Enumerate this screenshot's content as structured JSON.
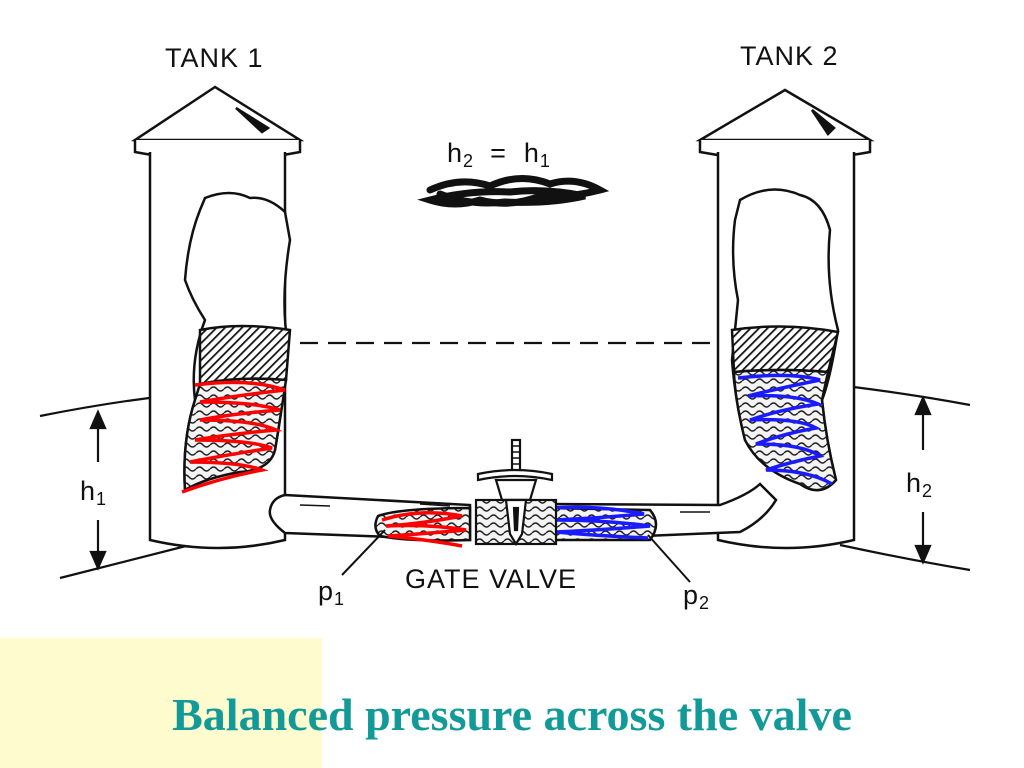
{
  "labels": {
    "tank1": "TANK 1",
    "tank2": "TANK 2",
    "equation": {
      "lhs_base": "h",
      "lhs_sub": "2",
      "op": "=",
      "rhs_base": "h",
      "rhs_sub": "1"
    },
    "h1": {
      "base": "h",
      "sub": "1"
    },
    "h2": {
      "base": "h",
      "sub": "2"
    },
    "p1": {
      "base": "p",
      "sub": "1"
    },
    "p2": {
      "base": "p",
      "sub": "2"
    },
    "valve": "GATE VALVE"
  },
  "caption": {
    "highlighted": "Balanced",
    "rest": " pressure across the valve"
  },
  "colors": {
    "caption_text": "#129a98",
    "highlight_bg": "#fefccf",
    "tank1_scribble": "#ff0000",
    "tank2_scribble": "#1a1aff",
    "ink": "#111111"
  }
}
